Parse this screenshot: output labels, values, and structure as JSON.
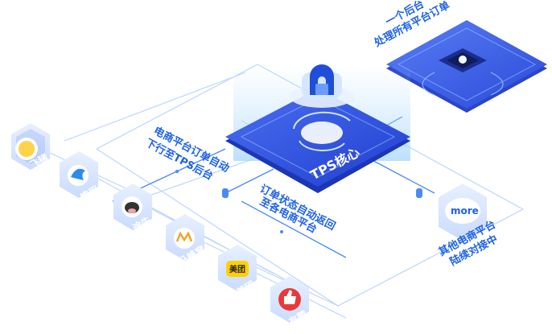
{
  "core": {
    "title": "TPS核心"
  },
  "backend": {
    "line1": "一个后台",
    "line2": "处理所有平台订单"
  },
  "flows": {
    "down_line1": "电商平台订单自动",
    "down_line2": "下行至TPS后台",
    "up_line1": "订单状态自动返回",
    "up_line2": "至各电商平台"
  },
  "others": {
    "badge": "more",
    "line1": "其他电商平台",
    "line2": "陆续对接中"
  },
  "platforms": [
    {
      "label": "飞猪"
    },
    {
      "label": "携程"
    },
    {
      "label": "途牛"
    },
    {
      "label": "马蜂窝"
    },
    {
      "label": "美团",
      "badge": "美团"
    },
    {
      "label": "有赞"
    }
  ],
  "colors": {
    "primary": "#1e63e6",
    "accent": "#3b82f6",
    "platform_bg": "#dce8ff"
  }
}
